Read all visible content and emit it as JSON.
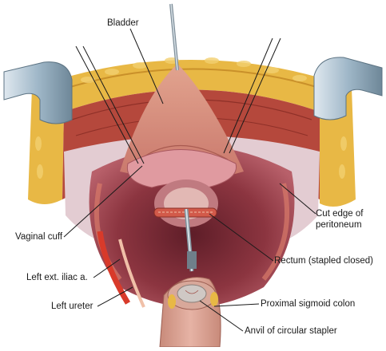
{
  "labels": {
    "bladder": "Bladder",
    "cut_edge_line1": "Cut edge of",
    "cut_edge_line2": "peritoneum",
    "vaginal_cuff": "Vaginal cuff",
    "rectum": "Rectum (stapled closed)",
    "left_ext_iliac": "Left ext. iliac a.",
    "left_ureter": "Left ureter",
    "proximal_sigmoid": "Proximal sigmoid colon",
    "anvil": "Anvil of circular stapler"
  },
  "colors": {
    "fat": "#e8b845",
    "muscle": "#b5483c",
    "peritoneum": "#d68a86",
    "cavity": "#7a2a35",
    "retractor": "#9fb7c8",
    "instrument": "#8a9aa6",
    "leader_line": "#1a1a1a"
  }
}
